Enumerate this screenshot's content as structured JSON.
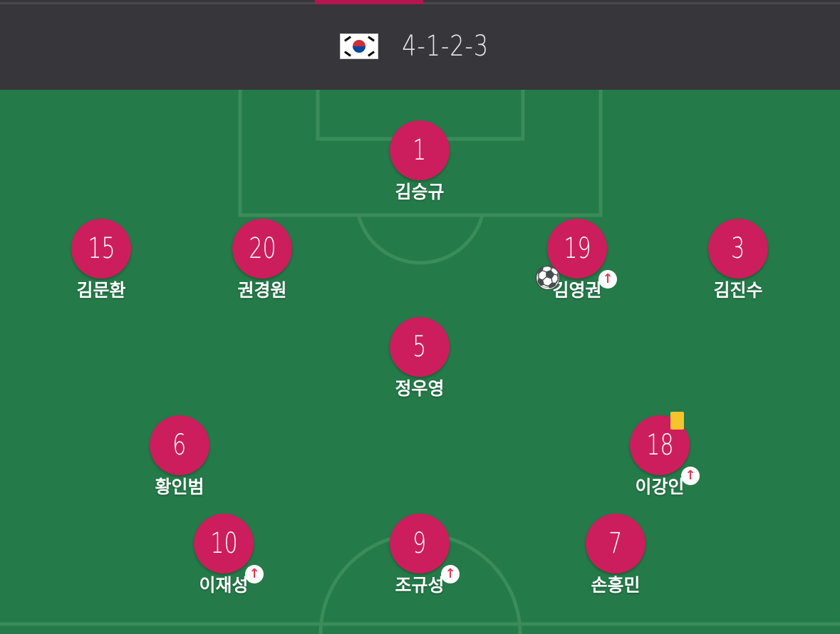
{
  "team": {
    "flag_icon": "korea-flag-icon",
    "formation": "4-1-2-3"
  },
  "colors": {
    "pitch": "#247a48",
    "header": "#37363b",
    "player_disc": "#cc1e5c",
    "yellow_card": "#f6c42b",
    "sub_arrow": "#e0384e"
  },
  "players": [
    {
      "number": "1",
      "name": "김승규"
    },
    {
      "number": "15",
      "name": "김문환"
    },
    {
      "number": "20",
      "name": "권경원"
    },
    {
      "number": "19",
      "name": "김영권",
      "icons": [
        "ball-icon",
        "substitution-icon"
      ]
    },
    {
      "number": "3",
      "name": "김진수"
    },
    {
      "number": "5",
      "name": "정우영"
    },
    {
      "number": "6",
      "name": "황인범"
    },
    {
      "number": "18",
      "name": "이강인",
      "icons": [
        "yellow-card-icon",
        "substitution-icon"
      ]
    },
    {
      "number": "10",
      "name": "이재성",
      "icons": [
        "substitution-icon"
      ]
    },
    {
      "number": "9",
      "name": "조규성",
      "icons": [
        "substitution-icon"
      ]
    },
    {
      "number": "7",
      "name": "손흥민"
    }
  ]
}
